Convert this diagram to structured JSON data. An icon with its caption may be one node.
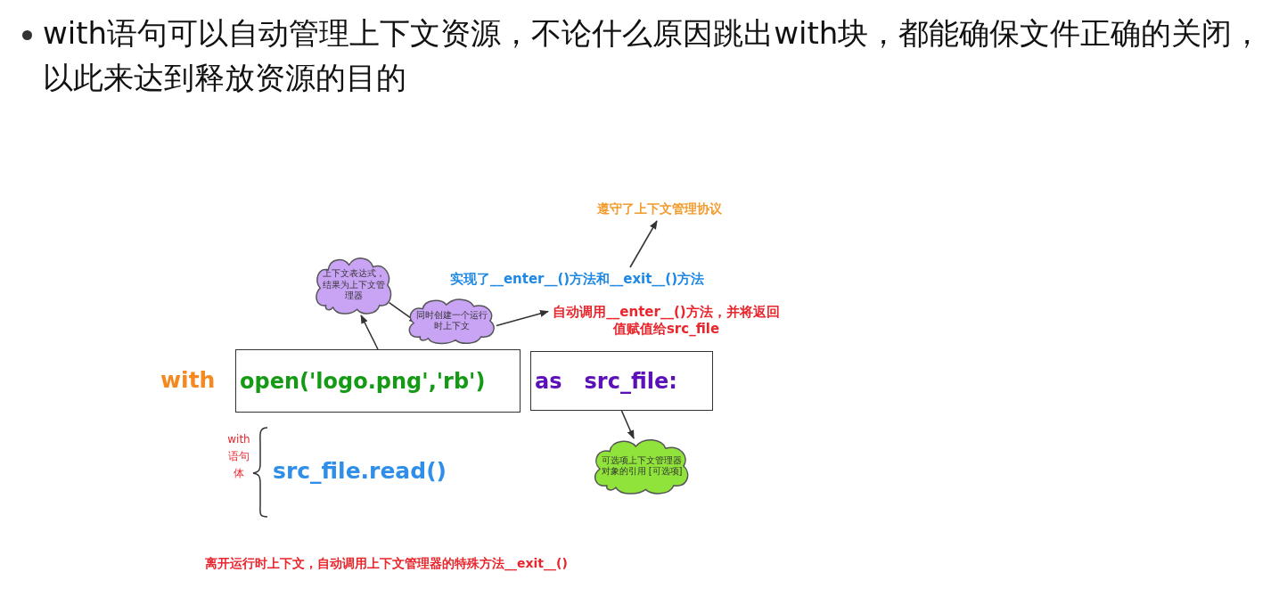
{
  "diagram": {
    "title": "with语句可以自动管理上下文资源，不论什么原因跳出with块，都能确保文件正确的关闭，以此来达到释放资源的目的",
    "nodes": [
      {
        "text": [
          "遵守了上下文管理协议"
        ]
      },
      {
        "text": [
          "实现了__enter__()方法和__exit__()方法"
        ]
      },
      {
        "text": [
          "上下文表达式，结果为上下文管理器"
        ]
      },
      {
        "text": [
          "同时创建一个运行时上下文"
        ]
      },
      {
        "text": [
          "自动调用__enter__()方法，并将返回值赋值给src_file"
        ]
      },
      {
        "text": [
          "open('logo.png','rb')"
        ]
      },
      {
        "text": [
          "as   src_file:"
        ]
      },
      {
        "text": [
          "可选项上下文管理器对象的引用 [可选项]"
        ]
      }
    ],
    "edges": [
      {
        "from": 1,
        "to": 0,
        "arrow": "to"
      },
      {
        "from": 5,
        "to": 2,
        "arrow": "to"
      },
      {
        "from": 2,
        "to": 3,
        "arrow": "to"
      },
      {
        "from": 3,
        "to": 4,
        "arrow": "to"
      },
      {
        "from": 6,
        "to": 7,
        "arrow": "to"
      }
    ],
    "labels": [
      "with",
      "with语句体",
      "src_file.read()",
      "离开运行时上下文，自动调用上下文管理器的特殊方法__exit__()"
    ]
  }
}
